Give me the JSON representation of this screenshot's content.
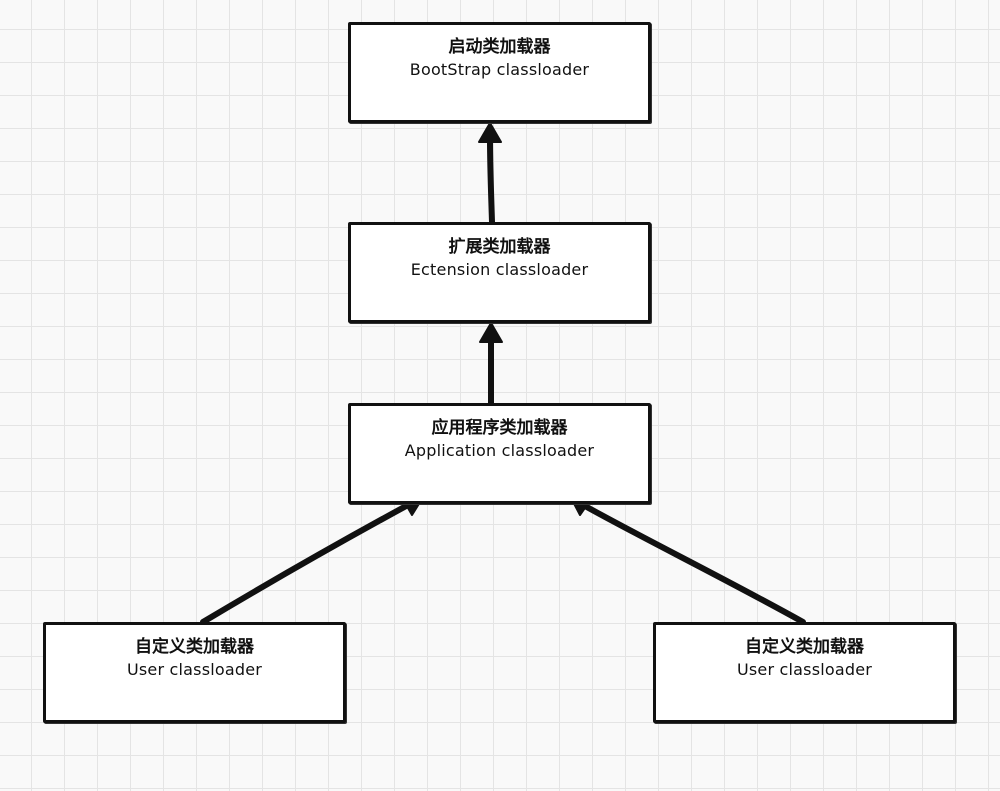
{
  "nodes": {
    "bootstrap": {
      "title": "启动类加载器",
      "subtitle": "BootStrap classloader"
    },
    "extension": {
      "title": "扩展类加载器",
      "subtitle": "Ectension classloader"
    },
    "application": {
      "title": "应用程序类加载器",
      "subtitle": "Application classloader"
    },
    "user_left": {
      "title": "自定义类加载器",
      "subtitle": "User classloader"
    },
    "user_right": {
      "title": "自定义类加载器",
      "subtitle": "User classloader"
    }
  },
  "edges": [
    {
      "from": "extension",
      "to": "bootstrap"
    },
    {
      "from": "application",
      "to": "extension"
    },
    {
      "from": "user_left",
      "to": "application"
    },
    {
      "from": "user_right",
      "to": "application"
    }
  ],
  "colors": {
    "stroke": "#111111",
    "node_fill": "#ffffff",
    "background": "#f9f9f9",
    "grid": "#e4e4e4"
  }
}
